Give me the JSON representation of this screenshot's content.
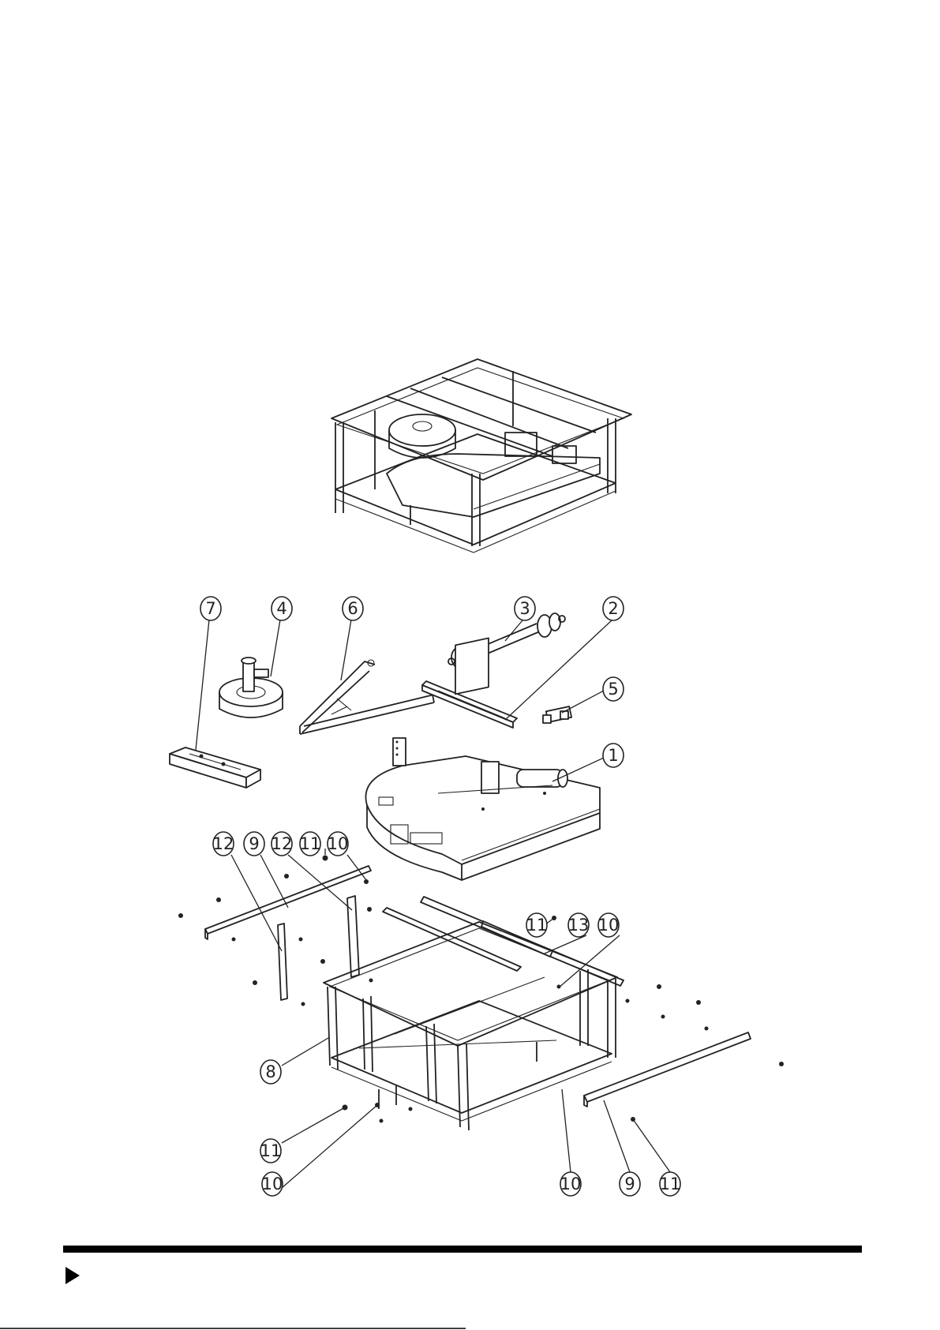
{
  "callouts": [
    {
      "id": "c7",
      "label": "7"
    },
    {
      "id": "c4",
      "label": "4"
    },
    {
      "id": "c6",
      "label": "6"
    },
    {
      "id": "c3",
      "label": "3"
    },
    {
      "id": "c2",
      "label": "2"
    },
    {
      "id": "c5",
      "label": "5"
    },
    {
      "id": "c1",
      "label": "1"
    },
    {
      "id": "c12a",
      "label": "12"
    },
    {
      "id": "c9a",
      "label": "9"
    },
    {
      "id": "c12b",
      "label": "12"
    },
    {
      "id": "c11a",
      "label": "11"
    },
    {
      "id": "c10a",
      "label": "10"
    },
    {
      "id": "c11b",
      "label": "11"
    },
    {
      "id": "c13",
      "label": "13"
    },
    {
      "id": "c10b",
      "label": "10"
    },
    {
      "id": "c8",
      "label": "8"
    },
    {
      "id": "c11c",
      "label": "11"
    },
    {
      "id": "c10c",
      "label": "10"
    },
    {
      "id": "c10d",
      "label": "10"
    },
    {
      "id": "c9b",
      "label": "9"
    },
    {
      "id": "c11d",
      "label": "11"
    }
  ],
  "colors": {
    "ink": "#222222",
    "footer_bar": "#000000",
    "background": "#ffffff"
  },
  "icons": {
    "footer_marker": "play-triangle-icon"
  }
}
